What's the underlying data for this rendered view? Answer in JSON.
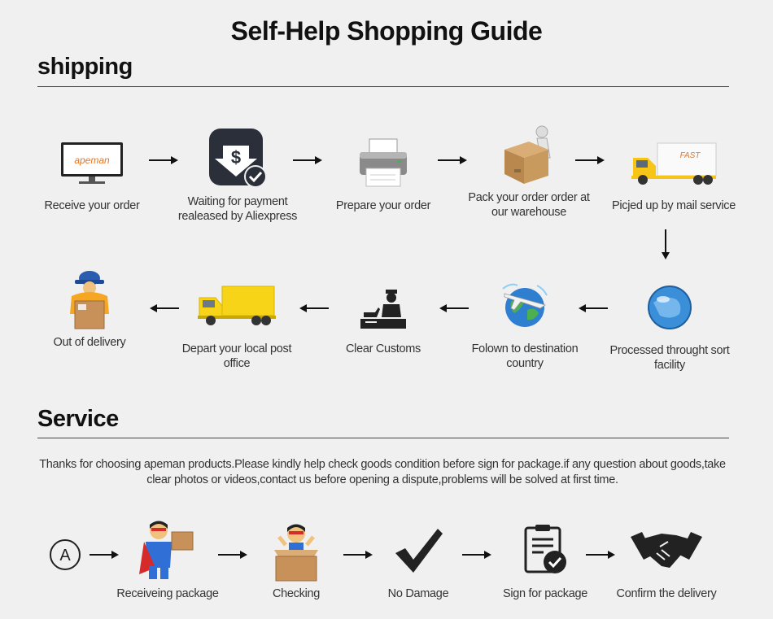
{
  "title": "Self-Help Shopping Guide",
  "shipping": {
    "heading": "shipping",
    "steps": [
      {
        "label": "Receive your order",
        "icon": "monitor-icon",
        "brand": "apeman"
      },
      {
        "label": "Waiting for payment realeased by Aliexpress",
        "icon": "payment-icon"
      },
      {
        "label": "Prepare your order",
        "icon": "printer-icon"
      },
      {
        "label": "Pack your order order at our warehouse",
        "icon": "package-icon"
      },
      {
        "label": "Picjed up by mail service",
        "icon": "fast-truck-icon",
        "truck_text": "FAST"
      },
      {
        "label": "Processed throught sort facility",
        "icon": "sort-globe-icon"
      },
      {
        "label": "Folown to destination country",
        "icon": "globe-plane-icon"
      },
      {
        "label": "Clear Customs",
        "icon": "customs-icon"
      },
      {
        "label": "Depart your local post office",
        "icon": "delivery-truck-icon"
      },
      {
        "label": "Out of delivery",
        "icon": "courier-icon"
      }
    ]
  },
  "service": {
    "heading": "Service",
    "text": "Thanks for choosing apeman products.Please kindly help check goods condition before sign for package.if any question about goods,take clear photos or videos,contact us before opening a dispute,problems will be solved at first time.",
    "start_letter": "A",
    "steps": [
      {
        "label": "Receiveing package",
        "icon": "superhero-package-icon"
      },
      {
        "label": "Checking",
        "icon": "superhero-box-icon"
      },
      {
        "label": "No Damage",
        "icon": "checkmark-icon"
      },
      {
        "label": "Sign for package",
        "icon": "sign-clipboard-icon"
      },
      {
        "label": "Confirm the delivery",
        "icon": "handshake-icon"
      }
    ]
  },
  "colors": {
    "background": "#f0f0f0",
    "text": "#333333",
    "heading": "#111111",
    "accent_orange": "#f5a623",
    "truck_yellow": "#f7d417"
  }
}
